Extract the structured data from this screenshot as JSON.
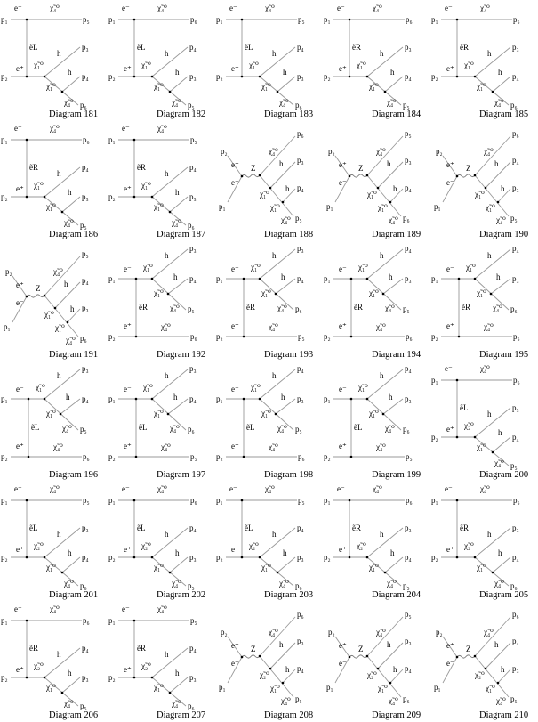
{
  "labels": {
    "p1": "p₁",
    "p2": "p₂",
    "e_minus": "e⁻",
    "e_plus": "e⁺",
    "chi4": "χ̃₄⁰",
    "chi1": "χ̃₁⁰",
    "h": "h",
    "Z": "Z"
  },
  "diagrams": [
    {
      "caption": "Diagram 181",
      "type": "T",
      "top": "p₅",
      "sel": "ẽL",
      "inter": "χ̃₁⁰",
      "h1": "p₃",
      "h2": "p₄",
      "end": "p₆"
    },
    {
      "caption": "Diagram 182",
      "type": "T",
      "top": "p₆",
      "sel": "ẽL",
      "inter": "χ̃₁⁰",
      "h1": "p₄",
      "h2": "p₃",
      "end": "p₅"
    },
    {
      "caption": "Diagram 183",
      "type": "T",
      "top": "p₅",
      "sel": "ẽL",
      "inter": "χ̃₁⁰",
      "h1": "p₄",
      "h2": "p₃",
      "end": "p₆"
    },
    {
      "caption": "Diagram 184",
      "type": "T",
      "top": "p₆",
      "sel": "ẽR",
      "inter": "χ̃₁⁰",
      "h1": "p₃",
      "h2": "p₄",
      "end": "p₅"
    },
    {
      "caption": "Diagram 185",
      "type": "T",
      "top": "p₅",
      "sel": "ẽR",
      "inter": "χ̃₁⁰",
      "h1": "p₃",
      "h2": "p₄",
      "end": "p₆"
    },
    {
      "caption": "Diagram 186",
      "type": "T",
      "top": "p₆",
      "sel": "ẽR",
      "inter": "χ̃₁⁰",
      "h1": "p₄",
      "h2": "p₃",
      "end": "p₅"
    },
    {
      "caption": "Diagram 187",
      "type": "T",
      "top": "p₅",
      "sel": "ẽR",
      "inter": "χ̃₁⁰",
      "h1": "p₄",
      "h2": "p₃",
      "end": "p₆"
    },
    {
      "caption": "Diagram 188",
      "type": "S",
      "top": "p₆",
      "inter": "χ̃₁⁰",
      "h1": "p₃",
      "h2": "p₄",
      "end": "p₅"
    },
    {
      "caption": "Diagram 189",
      "type": "S",
      "top": "p₅",
      "inter": "χ̃₁⁰",
      "h1": "p₃",
      "h2": "p₄",
      "end": "p₆"
    },
    {
      "caption": "Diagram 190",
      "type": "S",
      "top": "p₆",
      "inter": "χ̃₁⁰",
      "h1": "p₄",
      "h2": "p₃",
      "end": "p₅"
    },
    {
      "caption": "Diagram 191",
      "type": "S",
      "top": "p₅",
      "inter": "χ̃₁⁰",
      "h1": "p₄",
      "h2": "p₃",
      "end": "p₆"
    },
    {
      "caption": "Diagram 192",
      "type": "U",
      "sel": "ẽR",
      "h1": "p₃",
      "h2": "p₄",
      "end": "p₅",
      "bottom": "p₆"
    },
    {
      "caption": "Diagram 193",
      "type": "U",
      "sel": "ẽR",
      "h1": "p₃",
      "h2": "p₄",
      "end": "p₆",
      "bottom": "p₅"
    },
    {
      "caption": "Diagram 194",
      "type": "U",
      "sel": "ẽR",
      "h1": "p₄",
      "h2": "p₃",
      "end": "p₅",
      "bottom": "p₆"
    },
    {
      "caption": "Diagram 195",
      "type": "U",
      "sel": "ẽR",
      "h1": "p₄",
      "h2": "p₃",
      "end": "p₆",
      "bottom": "p₅"
    },
    {
      "caption": "Diagram 196",
      "type": "U",
      "sel": "ẽL",
      "h1": "p₃",
      "h2": "p₄",
      "end": "p₅",
      "bottom": "p₆"
    },
    {
      "caption": "Diagram 197",
      "type": "U",
      "sel": "ẽL",
      "h1": "p₃",
      "h2": "p₄",
      "end": "p₆",
      "bottom": "p₅"
    },
    {
      "caption": "Diagram 198",
      "type": "U",
      "sel": "ẽL",
      "h1": "p₄",
      "h2": "p₃",
      "end": "p₅",
      "bottom": "p₆"
    },
    {
      "caption": "Diagram 199",
      "type": "U",
      "sel": "ẽL",
      "h1": "p₄",
      "h2": "p₃",
      "end": "p₆",
      "bottom": "p₅"
    },
    {
      "caption": "Diagram 200",
      "type": "T",
      "top": "p₆",
      "sel": "ẽL",
      "inter": "χ̃₂⁰",
      "h1": "p₃",
      "h2": "p₄",
      "end": "p₅"
    },
    {
      "caption": "Diagram 201",
      "type": "T",
      "top": "p₅",
      "sel": "ẽL",
      "inter": "χ̃₂⁰",
      "h1": "p₃",
      "h2": "p₄",
      "end": "p₆"
    },
    {
      "caption": "Diagram 202",
      "type": "T",
      "top": "p₆",
      "sel": "ẽL",
      "inter": "χ̃₂⁰",
      "h1": "p₄",
      "h2": "p₃",
      "end": "p₅"
    },
    {
      "caption": "Diagram 203",
      "type": "T",
      "top": "p₅",
      "sel": "ẽL",
      "inter": "χ̃₂⁰",
      "h1": "p₄",
      "h2": "p₃",
      "end": "p₆"
    },
    {
      "caption": "Diagram 204",
      "type": "T",
      "top": "p₆",
      "sel": "ẽR",
      "inter": "χ̃₂⁰",
      "h1": "p₃",
      "h2": "p₄",
      "end": "p₅"
    },
    {
      "caption": "Diagram 205",
      "type": "T",
      "top": "p₅",
      "sel": "ẽR",
      "inter": "χ̃₂⁰",
      "h1": "p₃",
      "h2": "p₄",
      "end": "p₆"
    },
    {
      "caption": "Diagram 206",
      "type": "T",
      "top": "p₆",
      "sel": "ẽR",
      "inter": "χ̃₂⁰",
      "h1": "p₄",
      "h2": "p₃",
      "end": "p₅"
    },
    {
      "caption": "Diagram 207",
      "type": "T",
      "top": "p₅",
      "sel": "ẽR",
      "inter": "χ̃₂⁰",
      "h1": "p₄",
      "h2": "p₃",
      "end": "p₆"
    },
    {
      "caption": "Diagram 208",
      "type": "S",
      "top": "p₆",
      "inter": "χ̃₂⁰",
      "h1": "p₃",
      "h2": "p₄",
      "end": "p₅"
    },
    {
      "caption": "Diagram 209",
      "type": "S",
      "top": "p₅",
      "inter": "χ̃₂⁰",
      "h1": "p₃",
      "h2": "p₄",
      "end": "p₆"
    },
    {
      "caption": "Diagram 210",
      "type": "S",
      "top": "p₆",
      "inter": "χ̃₂⁰",
      "h1": "p₄",
      "h2": "p₃",
      "end": "p₅"
    }
  ]
}
